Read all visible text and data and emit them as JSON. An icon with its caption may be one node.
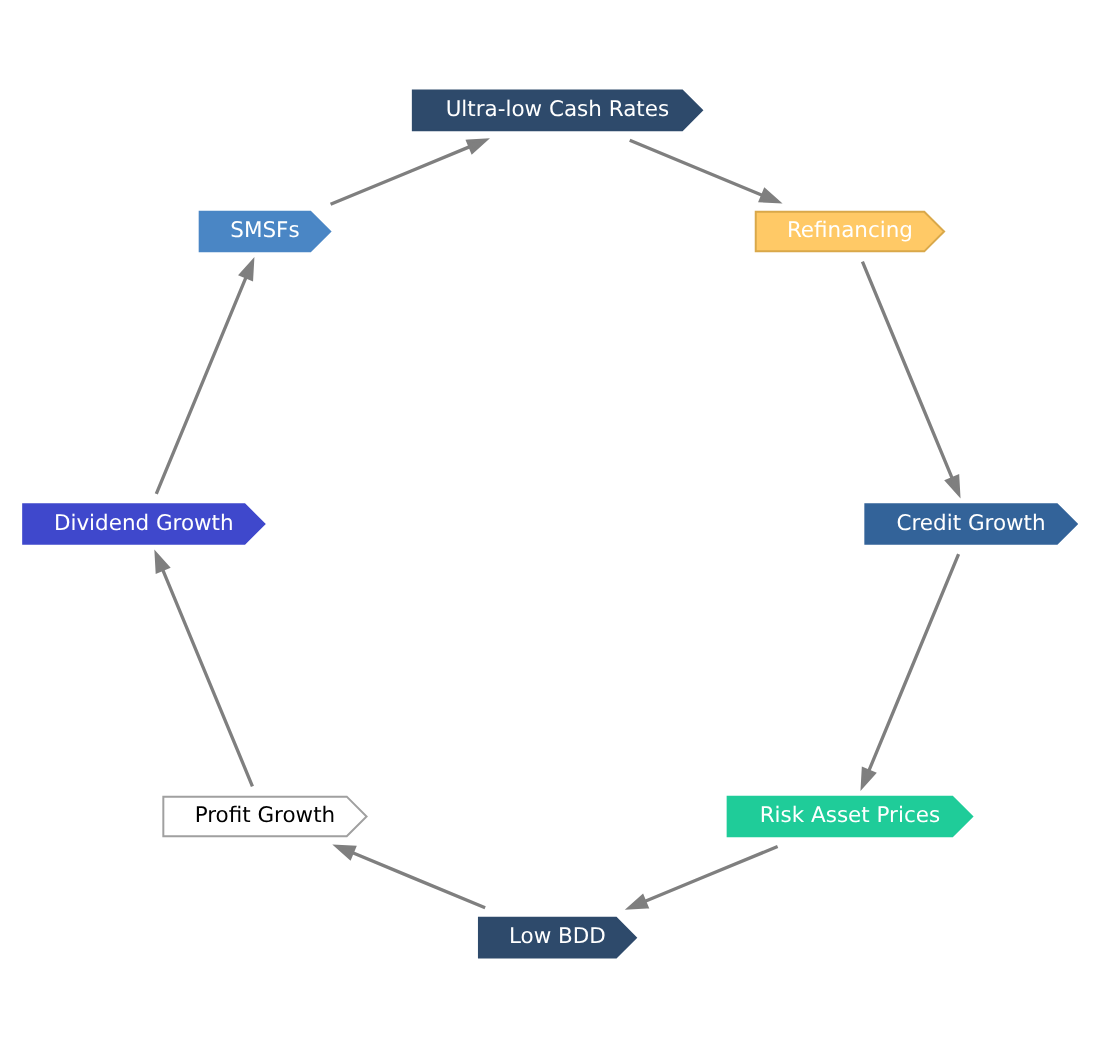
{
  "diagram": {
    "nodes": [
      {
        "text": [
          "Ultra-low Cash Rates"
        ]
      },
      {
        "text": [
          "Refinancing"
        ]
      },
      {
        "text": [
          "Credit Growth"
        ]
      },
      {
        "text": [
          "Risk Asset Prices"
        ]
      },
      {
        "text": [
          "Low BDD"
        ]
      },
      {
        "text": [
          "Profit Growth"
        ]
      },
      {
        "text": [
          "Dividend Growth"
        ]
      },
      {
        "text": [
          "SMSFs"
        ]
      }
    ],
    "edges": [
      {
        "from": 0,
        "to": 1,
        "arrow": "to"
      },
      {
        "from": 1,
        "to": 2,
        "arrow": "to"
      },
      {
        "from": 2,
        "to": 3,
        "arrow": "to"
      },
      {
        "from": 3,
        "to": 4,
        "arrow": "to"
      },
      {
        "from": 4,
        "to": 5,
        "arrow": "to"
      },
      {
        "from": 5,
        "to": 6,
        "arrow": "to"
      },
      {
        "from": 6,
        "to": 7,
        "arrow": "to"
      },
      {
        "from": 7,
        "to": 0,
        "arrow": "to"
      }
    ]
  }
}
